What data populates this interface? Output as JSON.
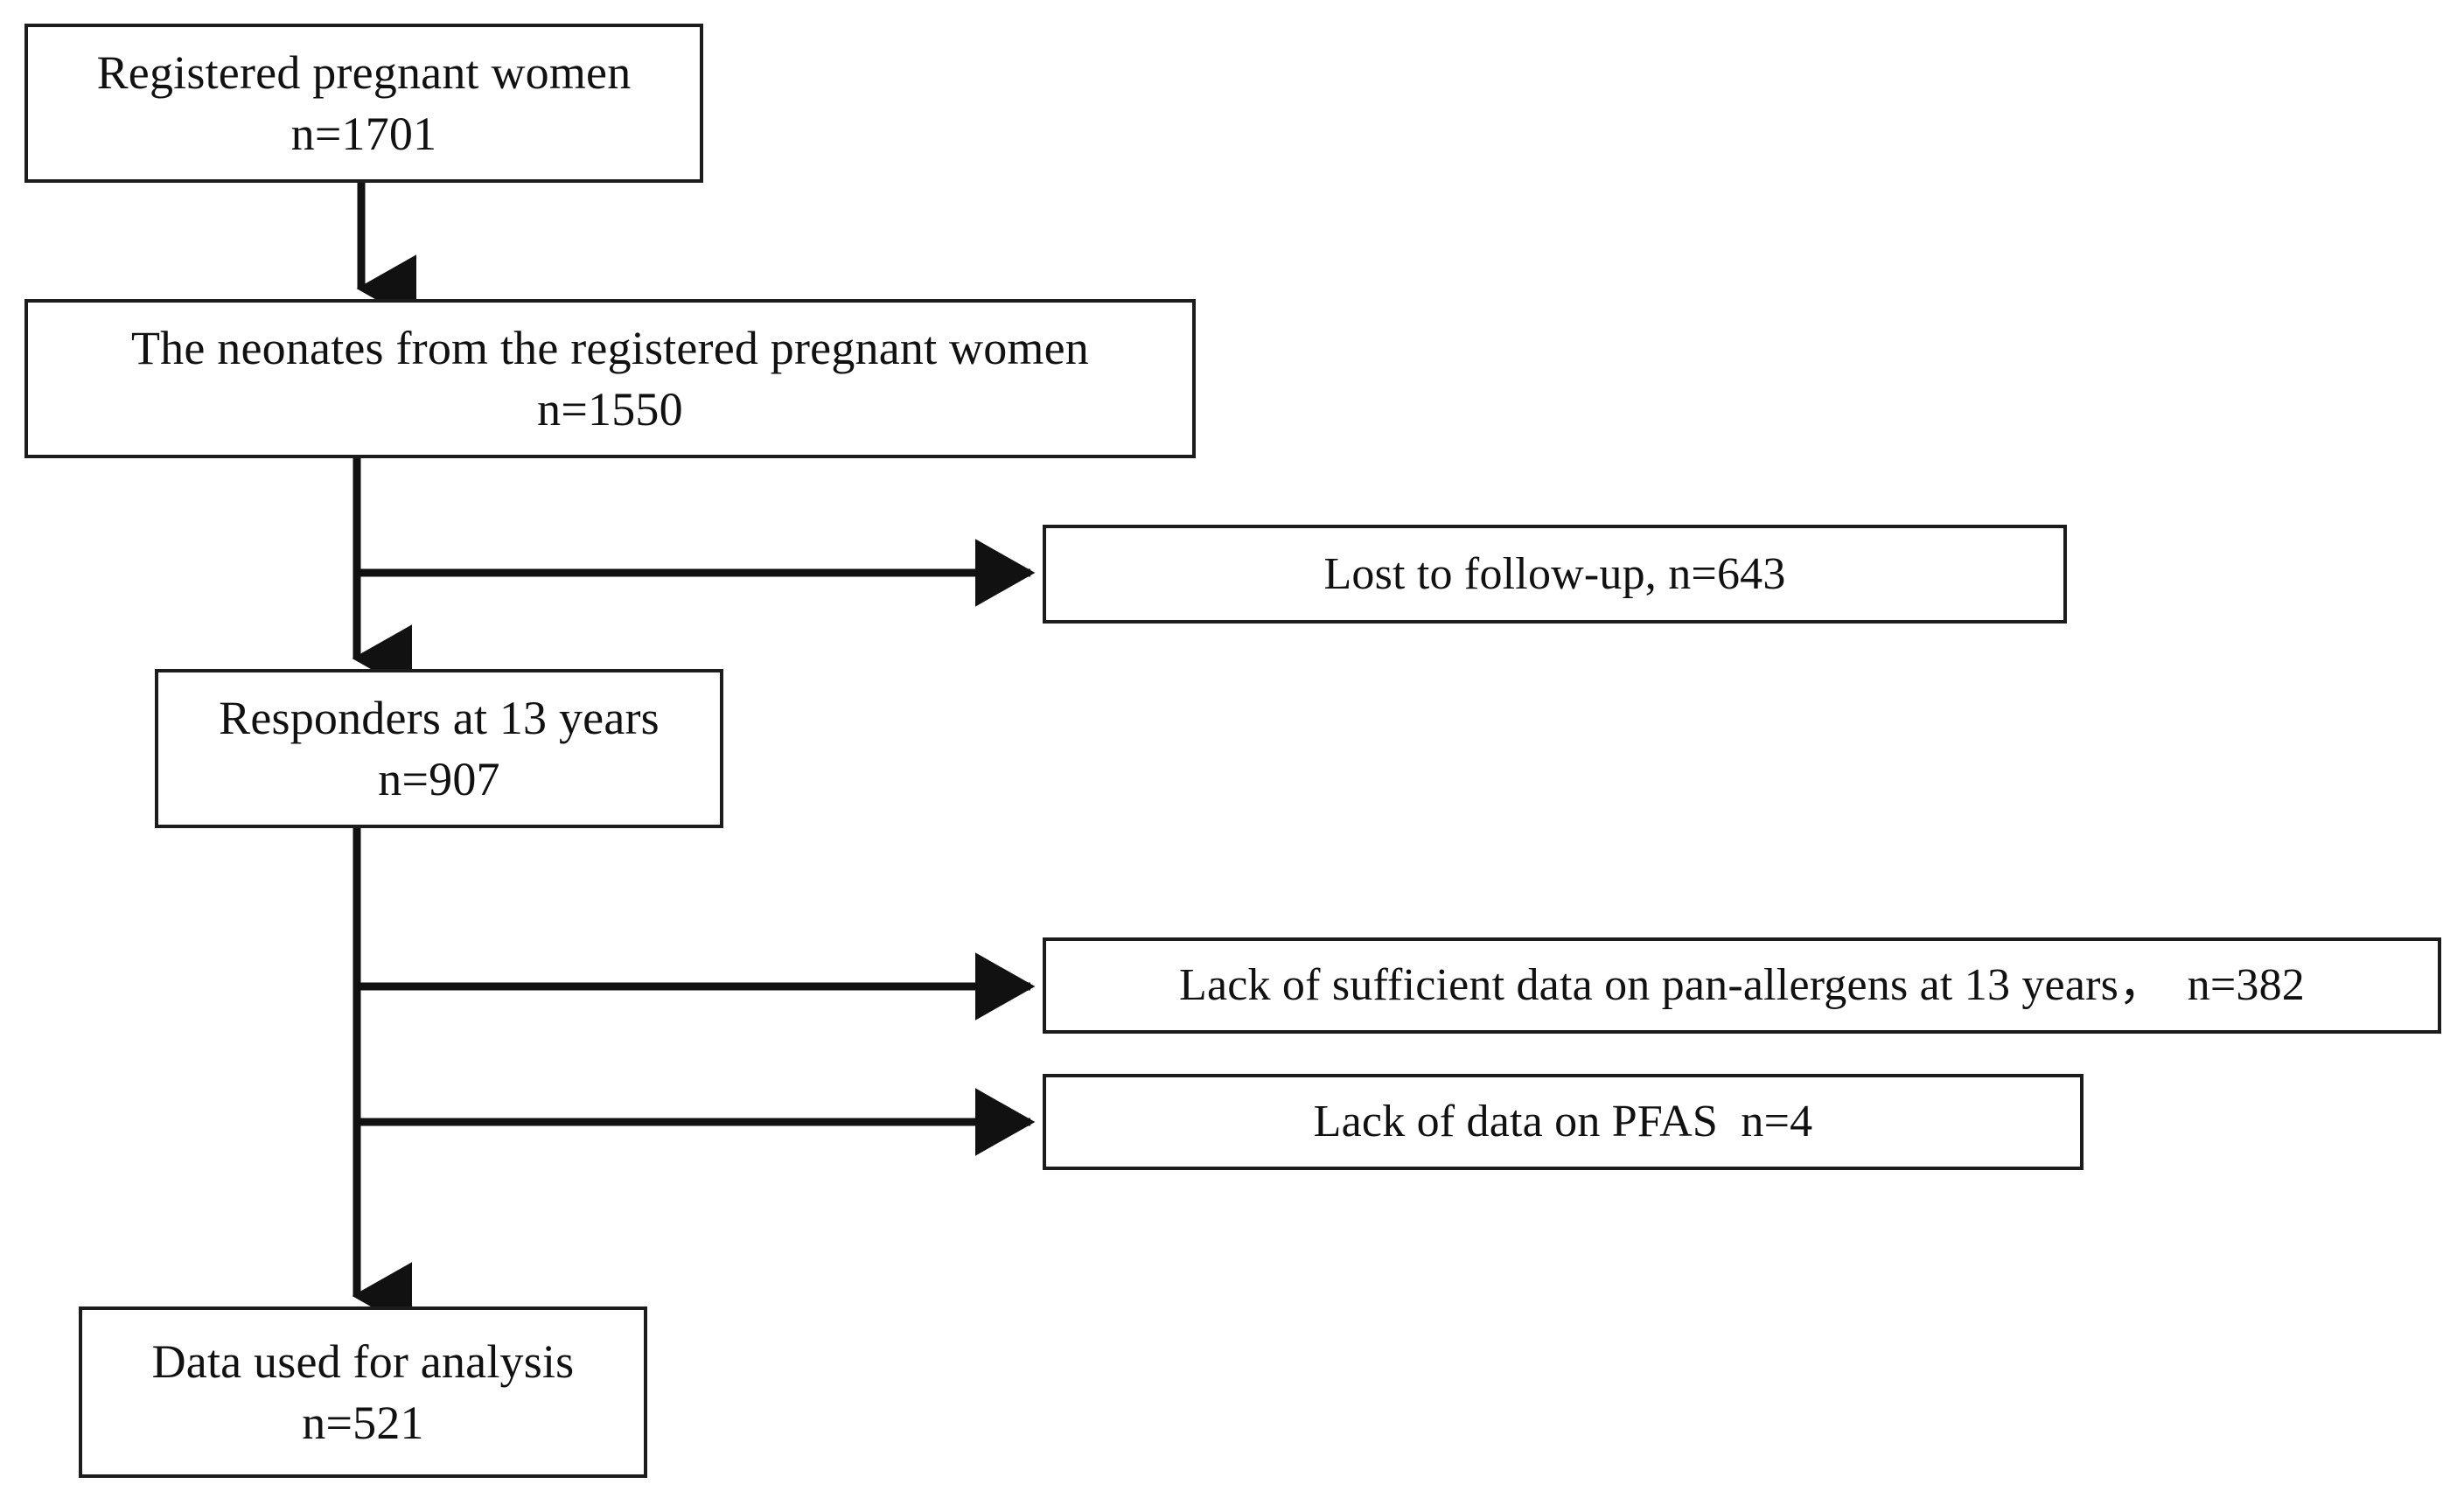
{
  "figure": {
    "type": "flow-diagram",
    "subtype": "participant-flow-chart",
    "background_color": "#ffffff",
    "line_color": "#1c1c1c",
    "text_color": "#111111"
  },
  "nodes": {
    "registered": {
      "line1": "Registered pregnant women",
      "line2": "n=1701",
      "count": 1701
    },
    "neonates": {
      "line1": "The neonates from the registered pregnant women",
      "line2": "n=1550",
      "count": 1550
    },
    "lost": {
      "line1": "Lost to follow-up, n=643",
      "count": 643
    },
    "responders": {
      "line1": "Responders at 13 years",
      "line2": "n=907",
      "count": 907
    },
    "panallergens": {
      "line1": "Lack of sufficient data on pan-allergens at 13 years，  n=382",
      "count": 382
    },
    "pfas": {
      "line1": "Lack of data on PFAS  n=4",
      "count": 4
    },
    "analysis": {
      "line1": "Data used for analysis",
      "line2": "n=521",
      "count": 521
    }
  },
  "connectors": [
    {
      "name": "registered-to-neonates",
      "from": "registered",
      "to": "neonates",
      "direction": "down",
      "arrowhead": true
    },
    {
      "name": "neonates-to-responders",
      "from": "neonates",
      "to": "responders",
      "direction": "down",
      "arrowhead": true
    },
    {
      "name": "neonates-to-lost",
      "from": "neonates",
      "to": "lost",
      "direction": "right",
      "arrowhead": true
    },
    {
      "name": "responders-to-analysis",
      "from": "responders",
      "to": "analysis",
      "direction": "down",
      "arrowhead": true
    },
    {
      "name": "responders-to-panallergens",
      "from": "responders",
      "to": "panallergens",
      "direction": "right",
      "arrowhead": true
    },
    {
      "name": "responders-to-pfas",
      "from": "responders",
      "to": "pfas",
      "direction": "right",
      "arrowhead": true
    }
  ]
}
